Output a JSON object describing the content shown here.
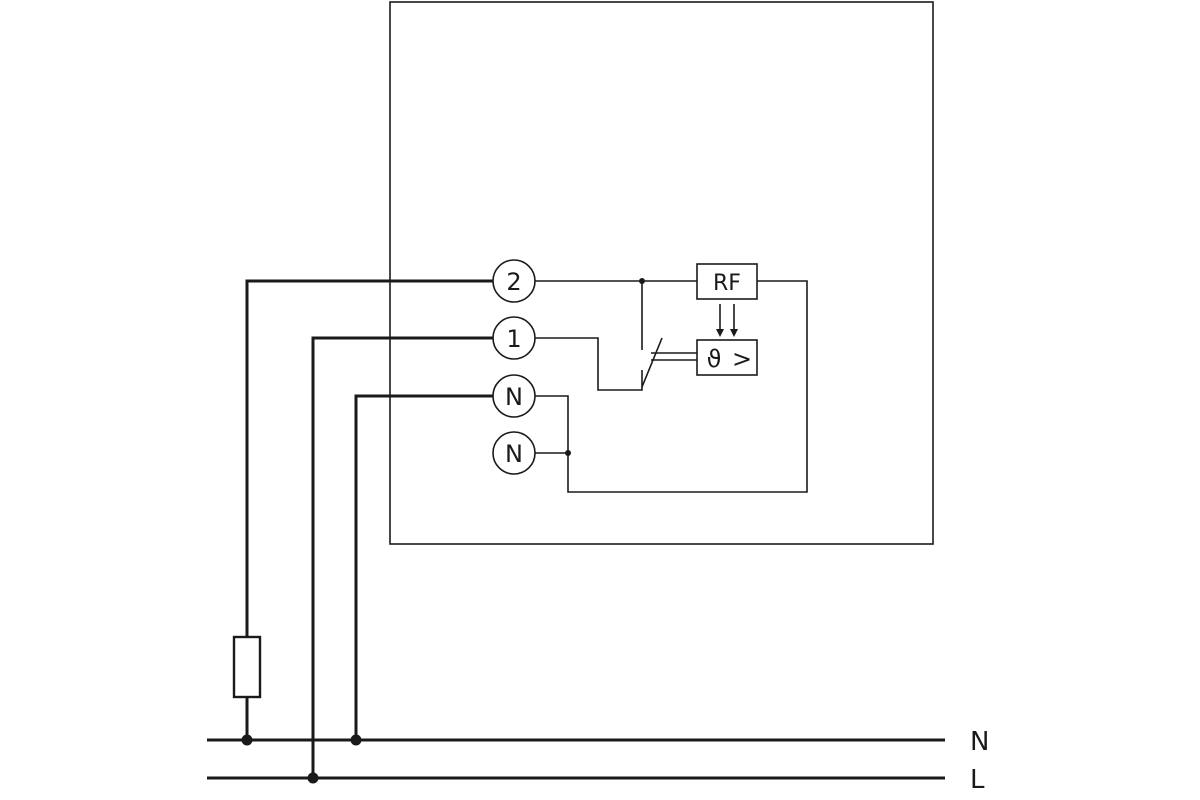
{
  "terminals": {
    "t2": "2",
    "t1": "1",
    "tN1": "N",
    "tN2": "N"
  },
  "rf_module": {
    "label": "RF"
  },
  "temp_controller": {
    "symbol": "ϑ",
    "comparator": ">"
  },
  "bus": {
    "neutral": "N",
    "line": "L"
  },
  "icons": [
    "resistor-load-icon",
    "switch-contact-icon",
    "junction-dot-icon",
    "arrow-down-icon"
  ]
}
